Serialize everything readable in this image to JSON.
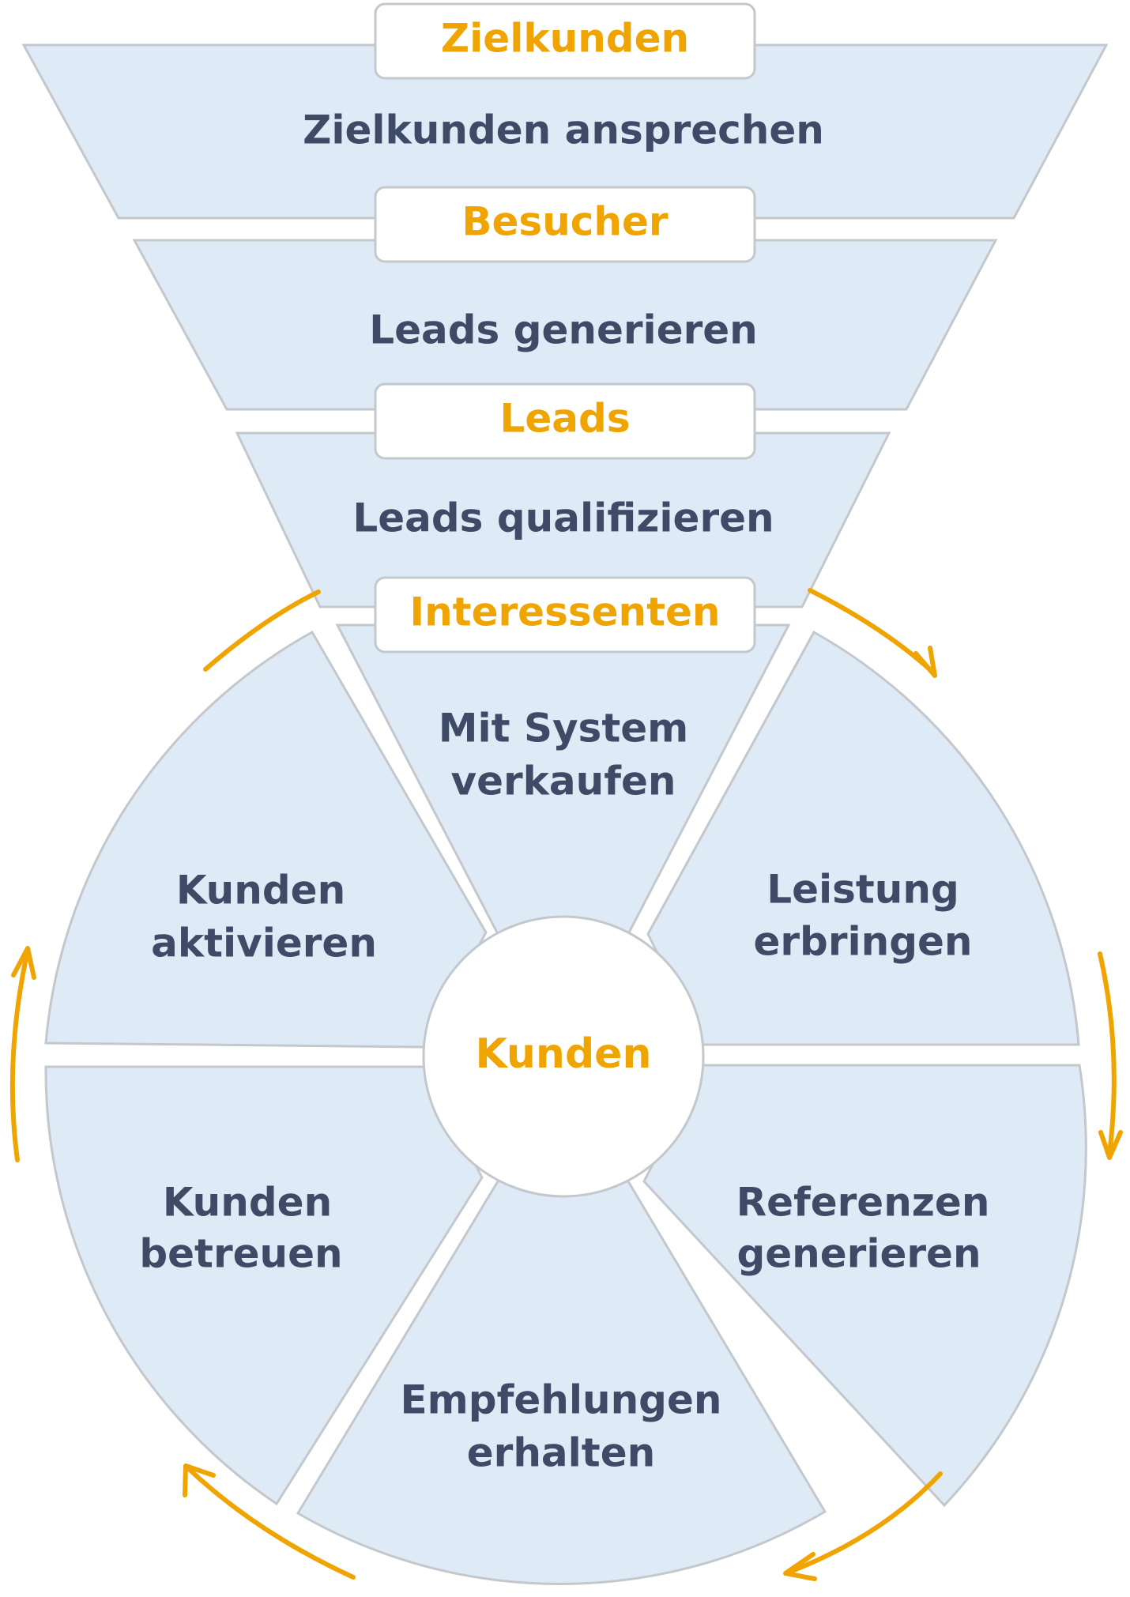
{
  "funnel": {
    "stages": [
      {
        "stage": "Zielkunden",
        "action": "Zielkunden ansprechen"
      },
      {
        "stage": "Besucher",
        "action": "Leads generieren"
      },
      {
        "stage": "Leads",
        "action": "Leads qualifizieren"
      },
      {
        "stage": "Interessenten"
      }
    ]
  },
  "wheel": {
    "center": "Kunden",
    "segments": [
      {
        "line1": "Mit System",
        "line2": "verkaufen"
      },
      {
        "line1": "Leistung",
        "line2": "erbringen"
      },
      {
        "line1": "Referenzen",
        "line2": "generieren"
      },
      {
        "line1": "Empfehlungen",
        "line2": "erhalten"
      },
      {
        "line1": "Kunden",
        "line2": "betreuen"
      },
      {
        "line1": "Kunden",
        "line2": "aktivieren"
      }
    ]
  },
  "colors": {
    "segment_fill": "#deeaf6",
    "outline": "#c4c8cc",
    "stage_text": "#f0a400",
    "action_text": "#3e4a66",
    "arrows": "#f0a400"
  }
}
